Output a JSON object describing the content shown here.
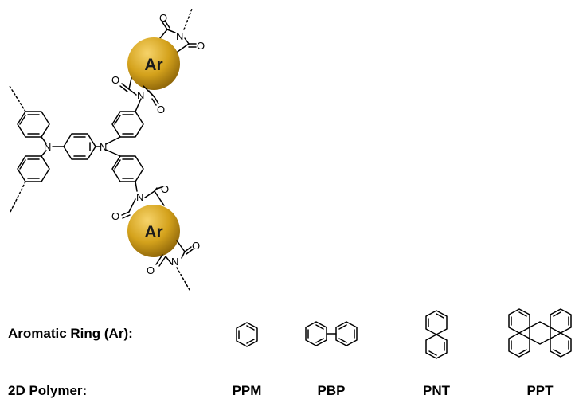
{
  "atoms": {
    "nitrogen": "N",
    "oxygen": "O"
  },
  "aromatic_unit": {
    "label": "Ar",
    "color": "#d4a21c"
  },
  "legend": {
    "ring_label": "Aromatic Ring (Ar):",
    "polymer_label": "2D Polymer:",
    "polymers": [
      "PPM",
      "PBP",
      "PNT",
      "PPT"
    ]
  }
}
